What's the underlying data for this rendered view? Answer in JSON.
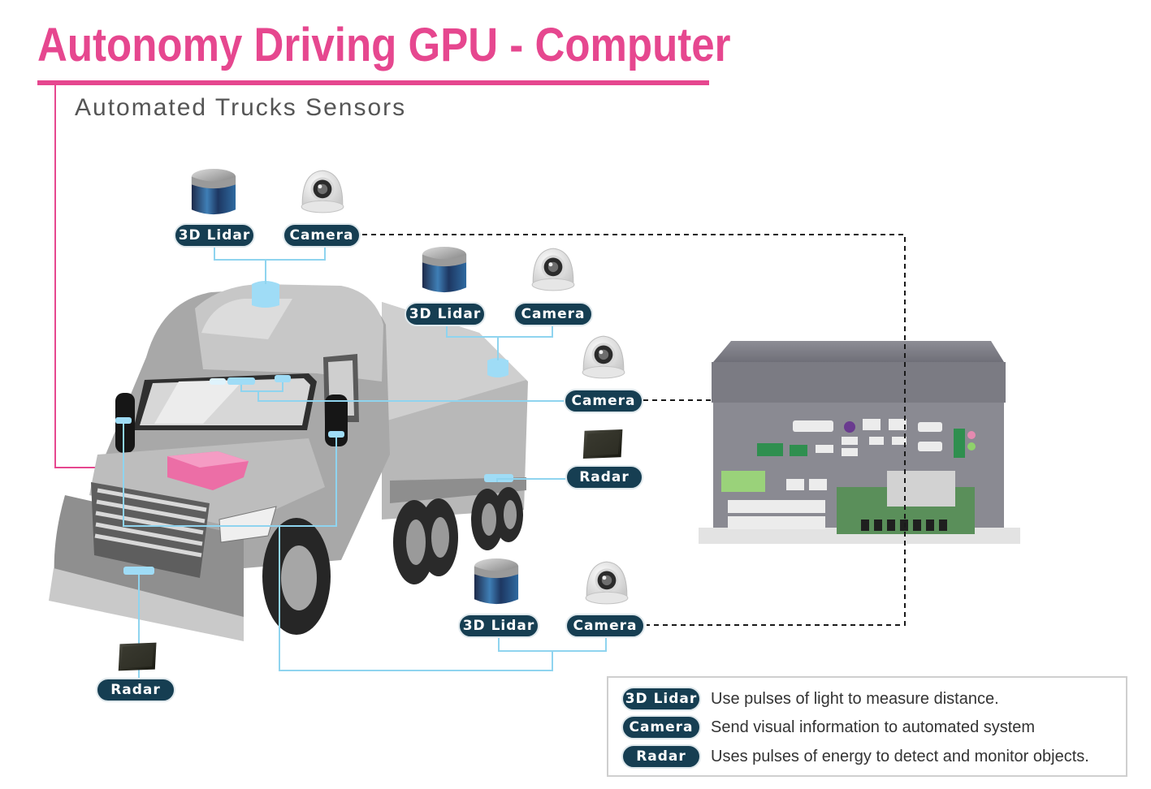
{
  "title": "Autonomy Driving GPU - Computer",
  "subtitle": "Automated Trucks Sensors",
  "colors": {
    "accent": "#e6478f",
    "pill": "#163e52",
    "connector": "#8fd4ef",
    "mount": "#9fdcf6",
    "truck": "#a9a9a9"
  },
  "sensor_groups": {
    "roof": {
      "lidar": "3D Lidar",
      "camera": "Camera"
    },
    "rear": {
      "lidar": "3D Lidar",
      "camera": "Camera"
    },
    "side": {
      "camera": "Camera",
      "radar": "Radar"
    },
    "bottom": {
      "lidar": "3D Lidar",
      "camera": "Camera"
    },
    "front": {
      "radar": "Radar"
    }
  },
  "icons": [
    "lidar-icon",
    "dome-camera-icon",
    "radar-module-icon",
    "truck-illustration",
    "gpu-computer-illustration"
  ],
  "legend": [
    {
      "label": "3D Lidar",
      "description": "Use pulses of light to measure distance."
    },
    {
      "label": "Camera",
      "description": "Send visual information to automated system"
    },
    {
      "label": "Radar",
      "description": "Uses pulses of energy to detect and monitor objects."
    }
  ]
}
